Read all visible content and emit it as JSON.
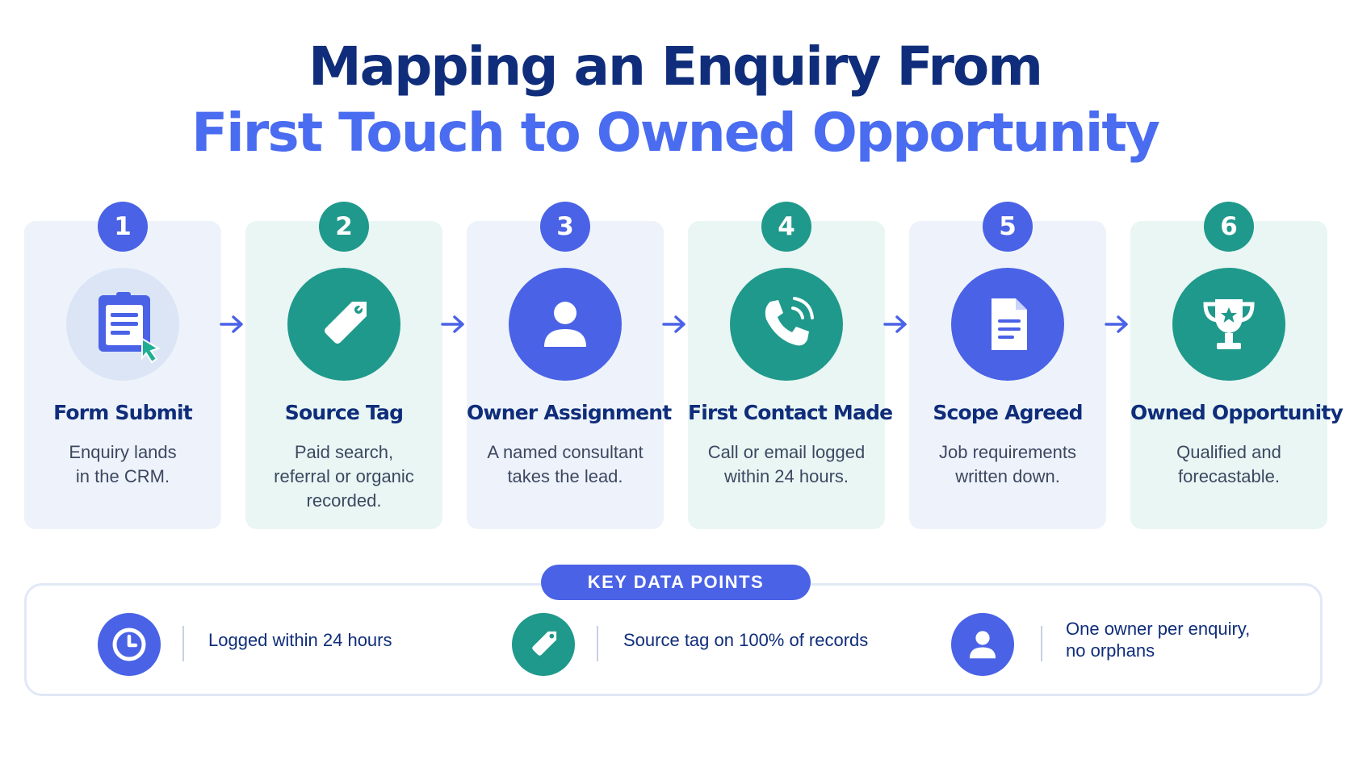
{
  "title": {
    "line1": "Mapping an Enquiry From",
    "line2": "First Touch to Owned Opportunity"
  },
  "steps": [
    {
      "number": "1",
      "title": "Form Submit",
      "desc": [
        "Enquiry lands",
        "in the CRM."
      ],
      "icon": "form-icon",
      "color": "#4a62e6"
    },
    {
      "number": "2",
      "title": "Source Tag",
      "desc": [
        "Paid search,",
        "referral or organic",
        "recorded."
      ],
      "icon": "tag-icon",
      "color": "#1f998b"
    },
    {
      "number": "3",
      "title": "Owner Assignment",
      "desc": [
        "A named consultant",
        "takes the lead."
      ],
      "icon": "person-icon",
      "color": "#4a62e6"
    },
    {
      "number": "4",
      "title": "First Contact Made",
      "desc": [
        "Call or email logged",
        "within 24 hours."
      ],
      "icon": "phone-icon",
      "color": "#1f998b"
    },
    {
      "number": "5",
      "title": "Scope Agreed",
      "desc": [
        "Job requirements",
        "written down."
      ],
      "icon": "document-icon",
      "color": "#4a62e6"
    },
    {
      "number": "6",
      "title": "Owned Opportunity",
      "desc": [
        "Qualified and",
        "forecastable."
      ],
      "icon": "trophy-icon",
      "color": "#1f998b"
    }
  ],
  "key_data": {
    "label": "KEY DATA POINTS",
    "items": [
      {
        "text": [
          "Logged within 24 hours"
        ],
        "icon": "clock-icon",
        "color": "#4a62e6"
      },
      {
        "text": [
          "Source tag on 100% of records"
        ],
        "icon": "tag-icon",
        "color": "#1f998b"
      },
      {
        "text": [
          "One owner per enquiry,",
          "no orphans"
        ],
        "icon": "person-icon",
        "color": "#4a62e6"
      }
    ]
  },
  "colors": {
    "navy": "#0f2d7a",
    "accent_blue": "#4a62e6",
    "accent_teal": "#1f998b",
    "card_blue": "#eef3fb",
    "card_teal": "#e9f6f4"
  }
}
